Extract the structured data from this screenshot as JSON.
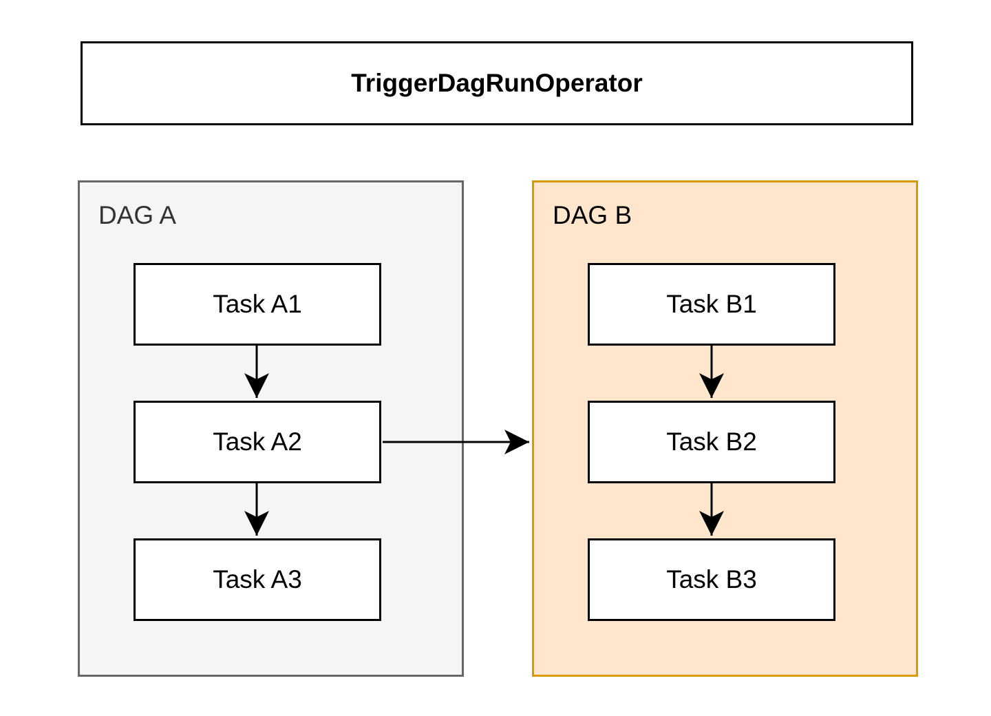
{
  "diagram": {
    "title": "TriggerDagRunOperator",
    "dag_a": {
      "label": "DAG A",
      "tasks": [
        "Task A1",
        "Task A2",
        "Task A3"
      ],
      "background_color": "#f5f5f5",
      "border_color": "#666666",
      "label_color": "#333333"
    },
    "dag_b": {
      "label": "DAG B",
      "tasks": [
        "Task B1",
        "Task B2",
        "Task B3"
      ],
      "background_color": "#ffe6cc",
      "border_color": "#d79b00",
      "label_color": "#000000"
    },
    "edges": [
      {
        "from": "Task A1",
        "to": "Task A2"
      },
      {
        "from": "Task A2",
        "to": "Task A3"
      },
      {
        "from": "Task B1",
        "to": "Task B2"
      },
      {
        "from": "Task B2",
        "to": "Task B3"
      },
      {
        "from": "Task A2",
        "to": "DAG B"
      }
    ],
    "edge_color": "#000000",
    "node_fill": "#ffffff",
    "node_border": "#000000"
  }
}
